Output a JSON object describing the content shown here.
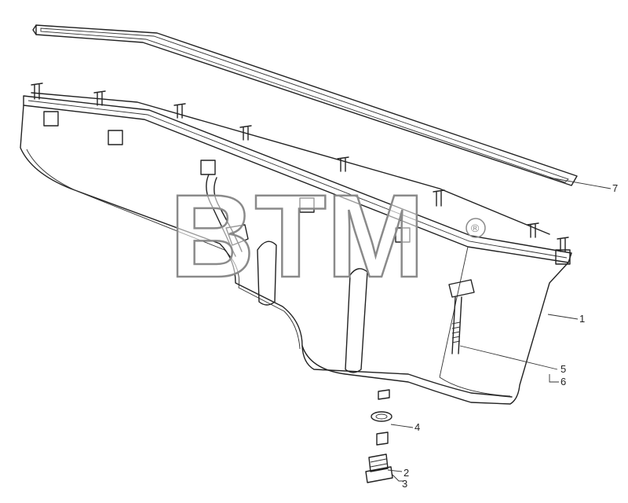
{
  "diagram": {
    "watermark": {
      "text": "BTM",
      "mark": "®"
    },
    "callouts": [
      {
        "id": "7",
        "label": "7"
      },
      {
        "id": "1",
        "label": "1"
      },
      {
        "id": "5",
        "label": "5"
      },
      {
        "id": "6",
        "label": "6"
      },
      {
        "id": "4",
        "label": "4"
      },
      {
        "id": "2",
        "label": "2"
      },
      {
        "id": "3",
        "label": "3"
      }
    ]
  }
}
